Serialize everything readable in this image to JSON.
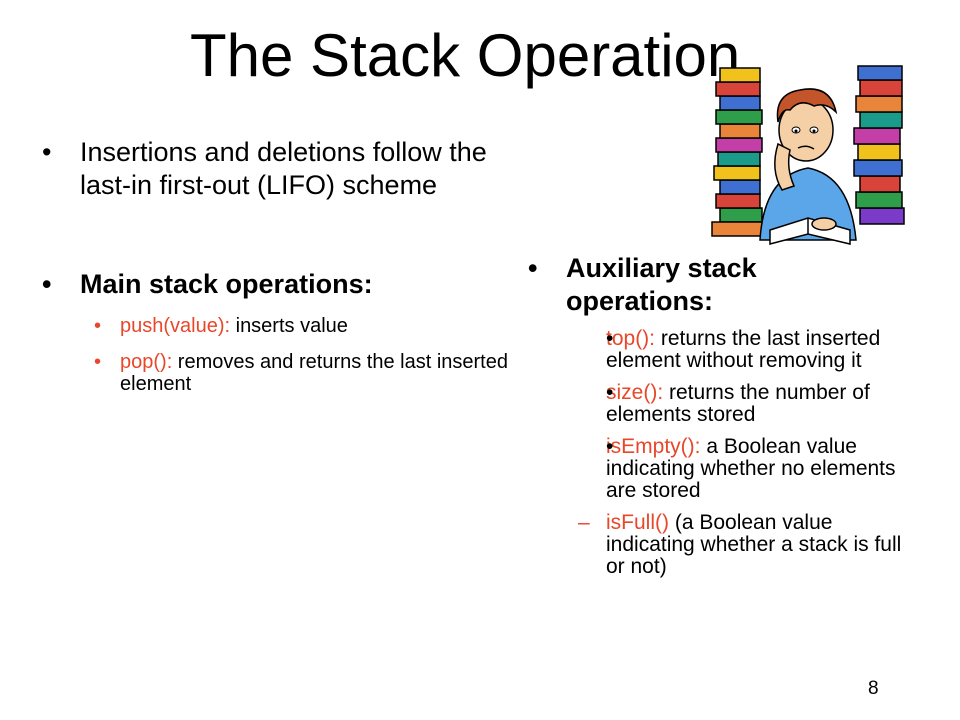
{
  "slide": {
    "title": "The Stack Operation",
    "page_number": "8"
  },
  "left": {
    "intro": "Insertions and deletions follow the last-in first-out (LIFO) scheme",
    "main_heading": "Main stack operations:",
    "main_ops": [
      {
        "name": "push(value):",
        "desc": " inserts value"
      },
      {
        "name": "pop():",
        "desc": " removes and returns the last inserted element"
      }
    ]
  },
  "right": {
    "aux_heading": "Auxiliary stack operations:",
    "aux_ops": [
      {
        "name": "top():",
        "desc": " returns the last inserted element without removing it"
      },
      {
        "name": "size():",
        "desc": " returns the number of elements stored"
      },
      {
        "name": "isEmpty():",
        "desc": " a Boolean value indicating whether no elements are stored"
      },
      {
        "name": "isFull()",
        "desc": " (a Boolean value indicating whether a stack is full or not)"
      }
    ]
  },
  "colors": {
    "accent": "#e8472a",
    "text": "#000000",
    "background": "#ffffff"
  },
  "icons": {
    "clipart": "student-with-book-stacks-illustration"
  }
}
